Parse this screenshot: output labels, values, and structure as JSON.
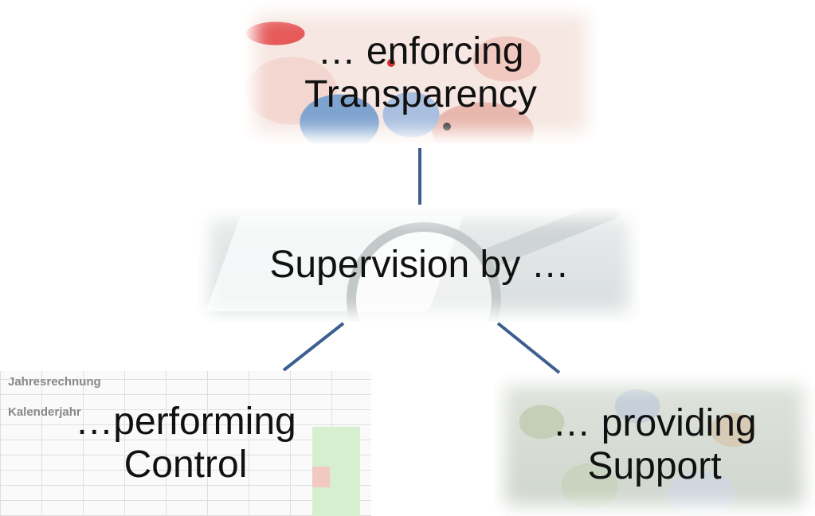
{
  "diagram": {
    "nodes": {
      "top": {
        "label": "… enforcing\nTransparency"
      },
      "middle": {
        "label": "Supervision by …"
      },
      "left": {
        "label": "…performing\nControl",
        "bg_header": "Jahresrechnung",
        "bg_header2": "Kalenderjahr"
      },
      "right": {
        "label": "… providing\nSupport"
      }
    },
    "edges": [
      {
        "from": "top",
        "to": "middle"
      },
      {
        "from": "middle",
        "to": "left"
      },
      {
        "from": "middle",
        "to": "right"
      }
    ],
    "colors": {
      "connector": "#3d5f8f",
      "text": "#111111"
    }
  }
}
